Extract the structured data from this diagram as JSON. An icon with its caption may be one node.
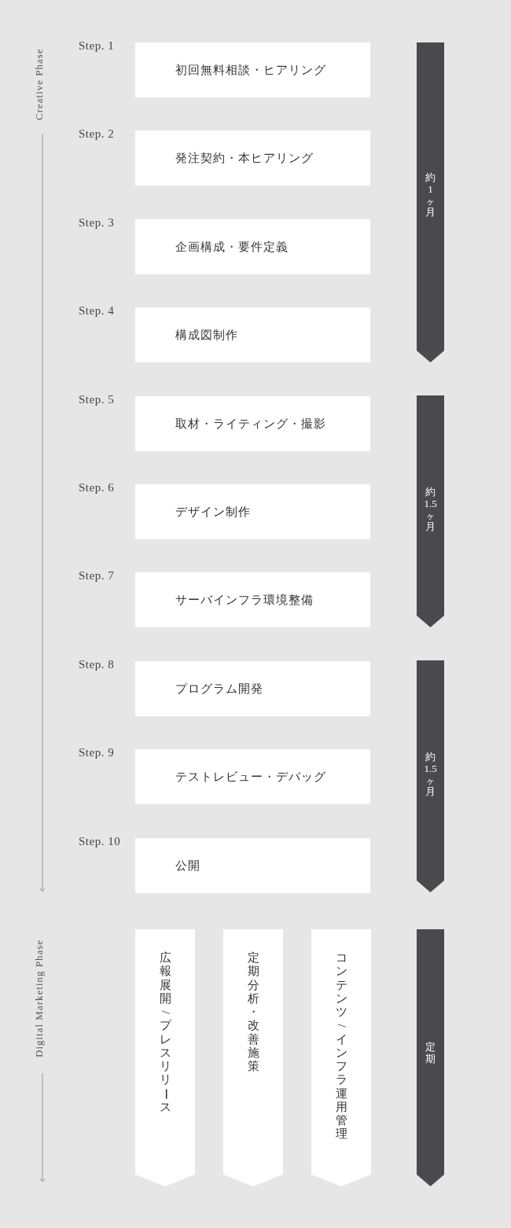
{
  "diagram": {
    "nodes": [
      {
        "text": [
          "初回無料相談・ヒアリング"
        ],
        "beside": [
          "Step. 1"
        ]
      },
      {
        "text": [
          "発注契約・本ヒアリング"
        ],
        "beside": [
          "Step. 2"
        ]
      },
      {
        "text": [
          "企画構成・要件定義"
        ],
        "beside": [
          "Step. 3"
        ]
      },
      {
        "text": [
          "構成図制作"
        ],
        "beside": [
          "Step. 4"
        ]
      },
      {
        "text": [
          "取材・ライティング・撮影"
        ],
        "beside": [
          "Step. 5"
        ]
      },
      {
        "text": [
          "デザイン制作"
        ],
        "beside": [
          "Step. 6"
        ]
      },
      {
        "text": [
          "サーバインフラ環境整備"
        ],
        "beside": [
          "Step. 7"
        ]
      },
      {
        "text": [
          "プログラム開発"
        ],
        "beside": [
          "Step. 8"
        ]
      },
      {
        "text": [
          "テストレビュー・デバッグ"
        ],
        "beside": [
          "Step. 9"
        ]
      },
      {
        "text": [
          "公開"
        ],
        "beside": [
          "Step. 10"
        ]
      },
      {
        "text": [
          "約1ヶ月"
        ]
      },
      {
        "text": [
          "約1.5ヶ月"
        ]
      },
      {
        "text": [
          "約1.5ヶ月"
        ]
      },
      {
        "text": [
          "定期"
        ]
      },
      {
        "text": [
          "広報展開/プレスリリース"
        ]
      },
      {
        "text": [
          "定期分析・改善施策"
        ]
      },
      {
        "text": [
          "コンテンツ/インフラ運用管理"
        ]
      }
    ],
    "labels": [
      "Creative Phase",
      "Digital Marketing Phase"
    ]
  }
}
